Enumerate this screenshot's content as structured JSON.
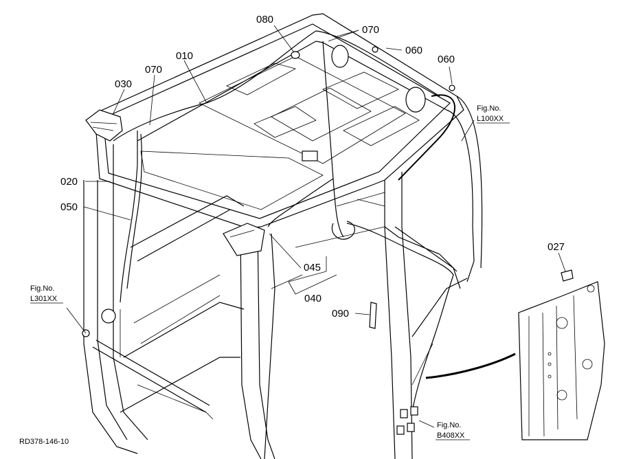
{
  "part_callouts": [
    {
      "id": "p080",
      "text": "080"
    },
    {
      "id": "p070a",
      "text": "070"
    },
    {
      "id": "p060a",
      "text": "060"
    },
    {
      "id": "p060b",
      "text": "060"
    },
    {
      "id": "p010",
      "text": "010"
    },
    {
      "id": "p070b",
      "text": "070"
    },
    {
      "id": "p030",
      "text": "030"
    },
    {
      "id": "p020",
      "text": "020"
    },
    {
      "id": "p050",
      "text": "050"
    },
    {
      "id": "p045",
      "text": "045"
    },
    {
      "id": "p040",
      "text": "040"
    },
    {
      "id": "p090",
      "text": "090"
    },
    {
      "id": "p027",
      "text": "027"
    }
  ],
  "figure_refs": [
    {
      "id": "l100",
      "line1": "Fig.No.",
      "line2": "L100XX"
    },
    {
      "id": "l301",
      "line1": "Fig.No.",
      "line2": "L301XX"
    },
    {
      "id": "b408",
      "line1": "Fig.No.",
      "line2": "B408XX"
    }
  ],
  "drawing_code": "RD378-146-10"
}
